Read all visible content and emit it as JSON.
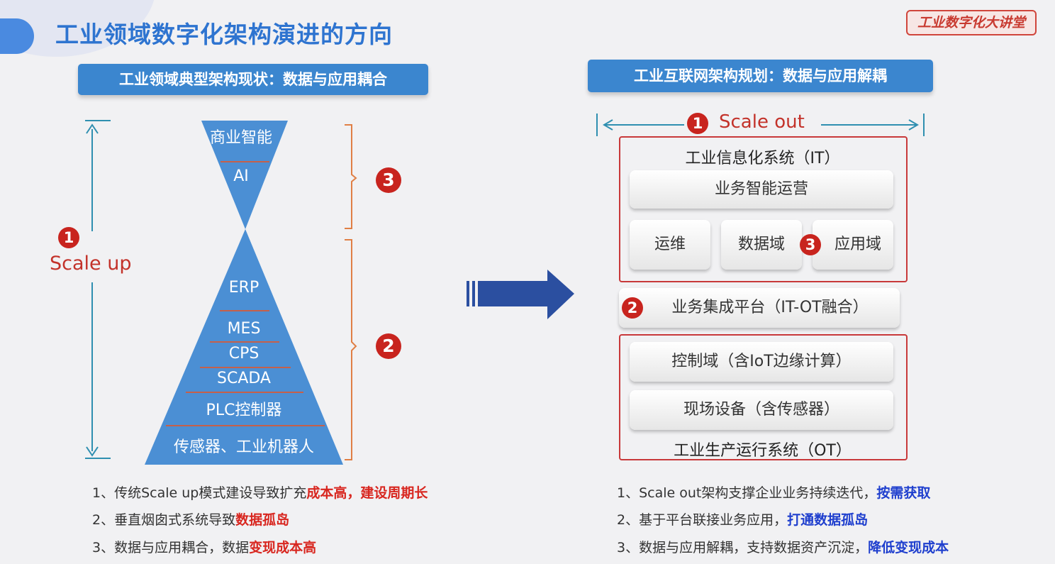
{
  "header": {
    "title": "工业领域数字化架构演进的方向",
    "logo_text": "工业数字化大讲堂"
  },
  "left": {
    "heading": "工业领域典型架构现状：数据与应用耦合",
    "top_layers": [
      "商业智能",
      "AI"
    ],
    "bottom_layers": [
      "ERP",
      "MES",
      "CPS",
      "SCADA",
      "PLC控制器",
      "传感器、工业机器人"
    ],
    "scale_label": "Scale up",
    "markers": {
      "scale": "1",
      "upper": "3",
      "lower": "2"
    },
    "notes": [
      {
        "prefix": "1、传统Scale up模式建设导致扩充",
        "highlight": "成本高，建设周期长"
      },
      {
        "prefix": "2、垂直烟囱式系统导致",
        "highlight": "数据孤岛"
      },
      {
        "prefix": "3、数据与应用耦合，数据",
        "highlight": "变现成本高"
      }
    ]
  },
  "right": {
    "heading": "工业互联网架构规划：数据与应用解耦",
    "scale_label": "Scale out",
    "markers": {
      "scale": "1",
      "app": "3",
      "platform": "2"
    },
    "it_title": "工业信息化系统（IT）",
    "it_top_box": "业务智能运营",
    "it_boxes": [
      "运维",
      "数据域",
      "应用域"
    ],
    "platform": "业务集成平台（IT-OT融合）",
    "ot_boxes": [
      "控制域（含IoT边缘计算）",
      "现场设备（含传感器）"
    ],
    "ot_title": "工业生产运行系统（OT）",
    "notes": [
      {
        "prefix": "1、Scale out架构支撑企业业务持续迭代，",
        "highlight": "按需获取"
      },
      {
        "prefix": "2、基于平台联接业务应用，",
        "highlight": "打通数据孤岛"
      },
      {
        "prefix": "3、数据与应用解耦，支持数据资产沉淀，",
        "highlight": "降低变现成本"
      }
    ]
  },
  "colors": {
    "title_blue": "#2e74d0",
    "heading_box": "#3b86cf",
    "triangle": "#4b8fd4",
    "accent_red": "#c8241e",
    "highlight_red": "#d8261f",
    "highlight_blue": "#1f3fce"
  }
}
